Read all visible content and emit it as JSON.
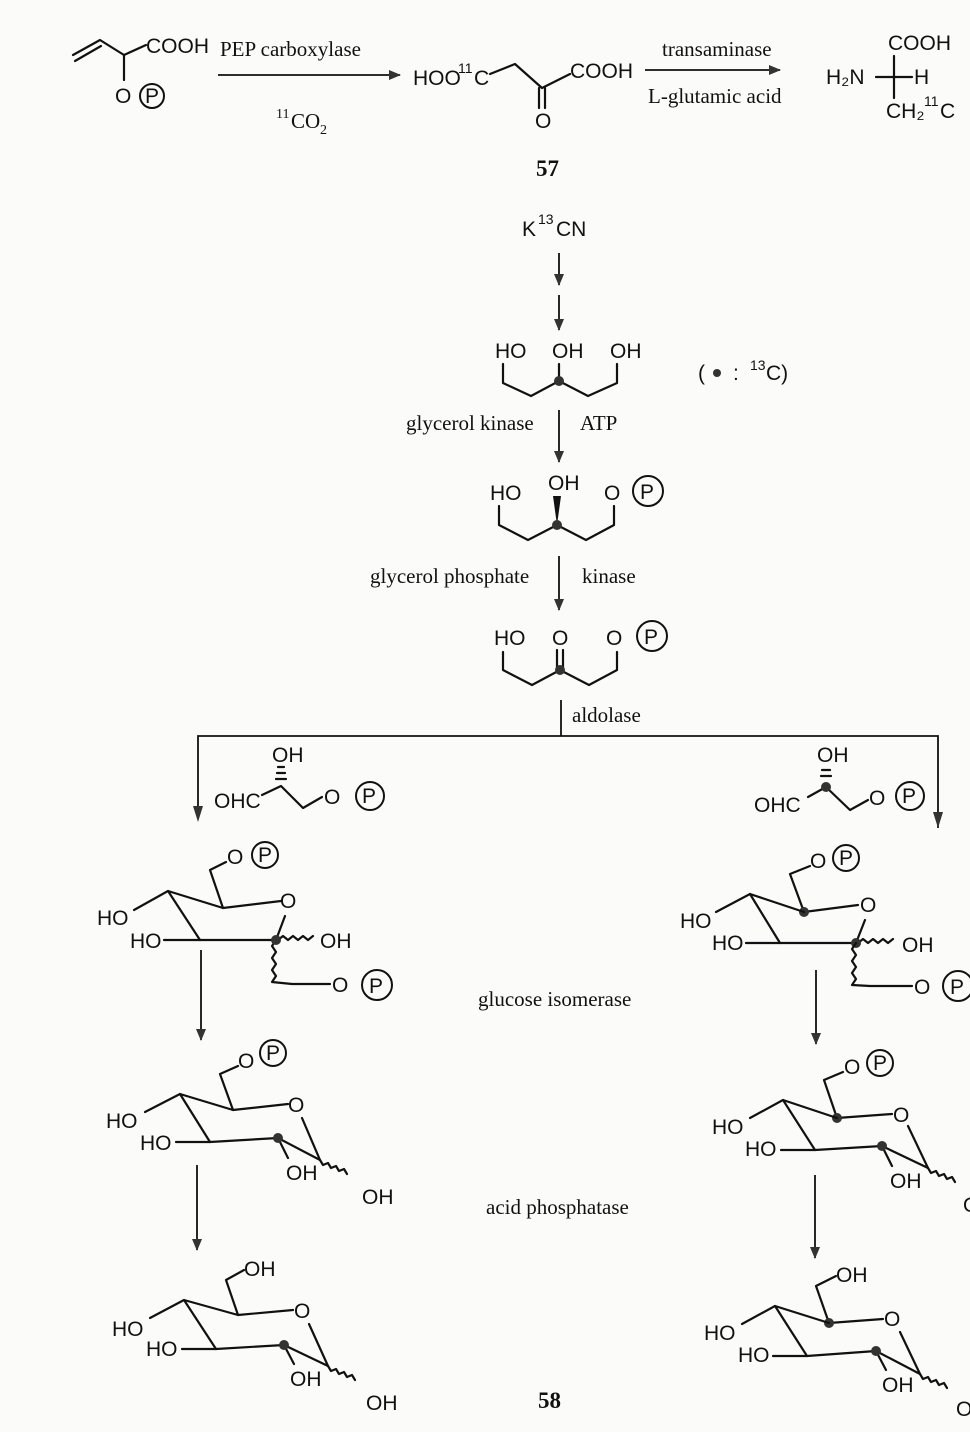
{
  "figure": {
    "compounds": {
      "pep": {
        "label": "COOH",
        "o": "O",
        "p": "P"
      },
      "oxaloacetate": {
        "left": "HOO",
        "isotope": "11",
        "c": "C",
        "right": "COOH",
        "o": "O",
        "number": "57"
      },
      "aspartate": {
        "top": "COOH",
        "h2n": "H₂N",
        "h": "H",
        "bottom_prefix": "CH₂",
        "isotope": "11",
        "bottom_suffix": "C"
      },
      "kcn": {
        "k": "K",
        "isotope": "13",
        "cn": "CN"
      },
      "glycerol": {
        "ho": "HO",
        "oh1": "OH",
        "oh2": "OH"
      },
      "legend": {
        "open": "(",
        "dot": "•",
        "colon": ":",
        "isotope": "13",
        "c": "C)"
      },
      "glycerol_phosphate": {
        "ho": "HO",
        "oh": "OH",
        "o": "O",
        "p": "P"
      },
      "dhap": {
        "ho": "HO",
        "o": "O",
        "o2": "O",
        "p": "P"
      },
      "ga3p": {
        "oh": "OH",
        "ohc": "OHC",
        "o": "O",
        "p": "P"
      },
      "fbp": {
        "o": "O",
        "p": "P",
        "ring_o": "O",
        "ho1": "HO",
        "ho2": "HO",
        "oh": "OH",
        "o2": "O",
        "p2": "P"
      },
      "g6p": {
        "o": "O",
        "p": "P",
        "ring_o": "O",
        "ho1": "HO",
        "ho2": "HO",
        "oh1": "OH",
        "oh2": "OH"
      },
      "glucose": {
        "oh_top": "OH",
        "ring_o": "O",
        "ho1": "HO",
        "ho2": "HO",
        "oh1": "OH",
        "oh2": "OH",
        "number": "58"
      }
    },
    "reagents": {
      "pep_carboxylase": "PEP carboxylase",
      "co2": {
        "isotope": "11",
        "co": "CO",
        "sub": "2"
      },
      "transaminase": "transaminase",
      "glutamic": "L-glutamic acid",
      "glycerol_kinase": "glycerol kinase",
      "atp": "ATP",
      "gp_kinase_left": "glycerol phosphate",
      "gp_kinase_right": "kinase",
      "aldolase": "aldolase",
      "glucose_isomerase": "glucose isomerase",
      "acid_phosphatase": "acid phosphatase"
    },
    "colors": {
      "ink": "#111111",
      "label_dot": "#333333",
      "background": "#fbfbf9"
    }
  }
}
